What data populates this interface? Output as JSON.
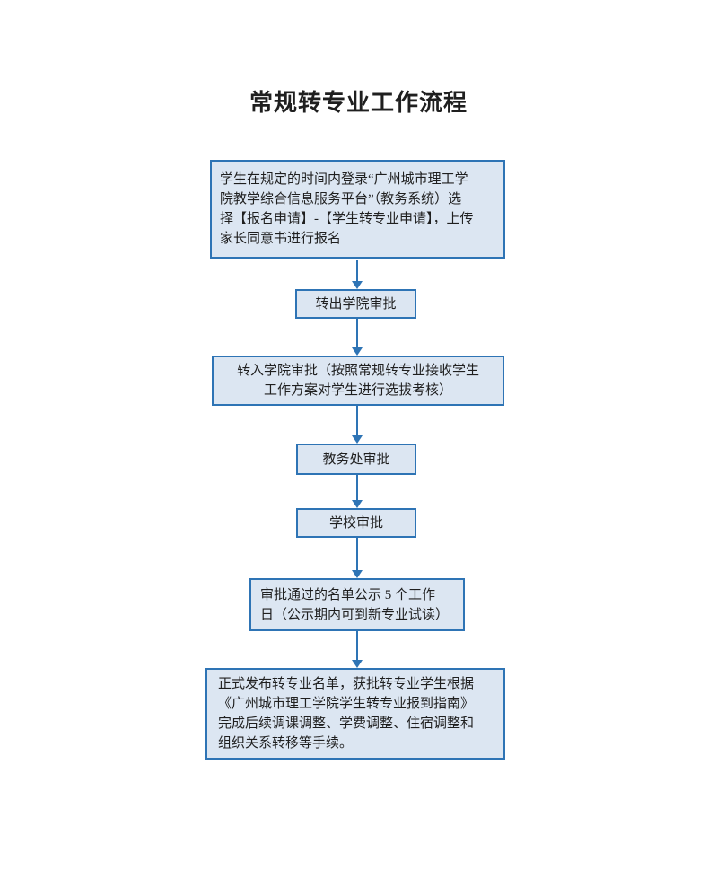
{
  "page": {
    "title": "常规转专业工作流程"
  },
  "colors": {
    "accent": "#2e74b5",
    "box_fill": "#dce6f2",
    "text": "#1f1f1f",
    "background": "#ffffff"
  },
  "flow": {
    "steps": [
      {
        "name": "application",
        "lines": [
          "学生在规定的时间内登录“广州城市理工学",
          "院教学综合信息服务平台”（教务系统）选",
          "择【报名申请】-【学生转专业申请】，上传",
          "家长同意书进行报名"
        ]
      },
      {
        "name": "outgoing-college-approval",
        "lines": [
          "转出学院审批"
        ]
      },
      {
        "name": "incoming-college-approval",
        "lines": [
          "转入学院审批（按照常规转专业接收学生",
          "工作方案对学生进行选拔考核）"
        ]
      },
      {
        "name": "academic-affairs-approval",
        "lines": [
          "教务处审批"
        ]
      },
      {
        "name": "university-approval",
        "lines": [
          "学校审批"
        ]
      },
      {
        "name": "public-notice",
        "lines": [
          "审批通过的名单公示 5 个工作",
          "日（公示期内可到新专业试读）"
        ]
      },
      {
        "name": "final-announcement",
        "lines": [
          "正式发布转专业名单，获批转专业学生根据",
          "《广州城市理工学院学生转专业报到指南》",
          "完成后续调课调整、学费调整、住宿调整和",
          "组织关系转移等手续。"
        ]
      }
    ]
  }
}
